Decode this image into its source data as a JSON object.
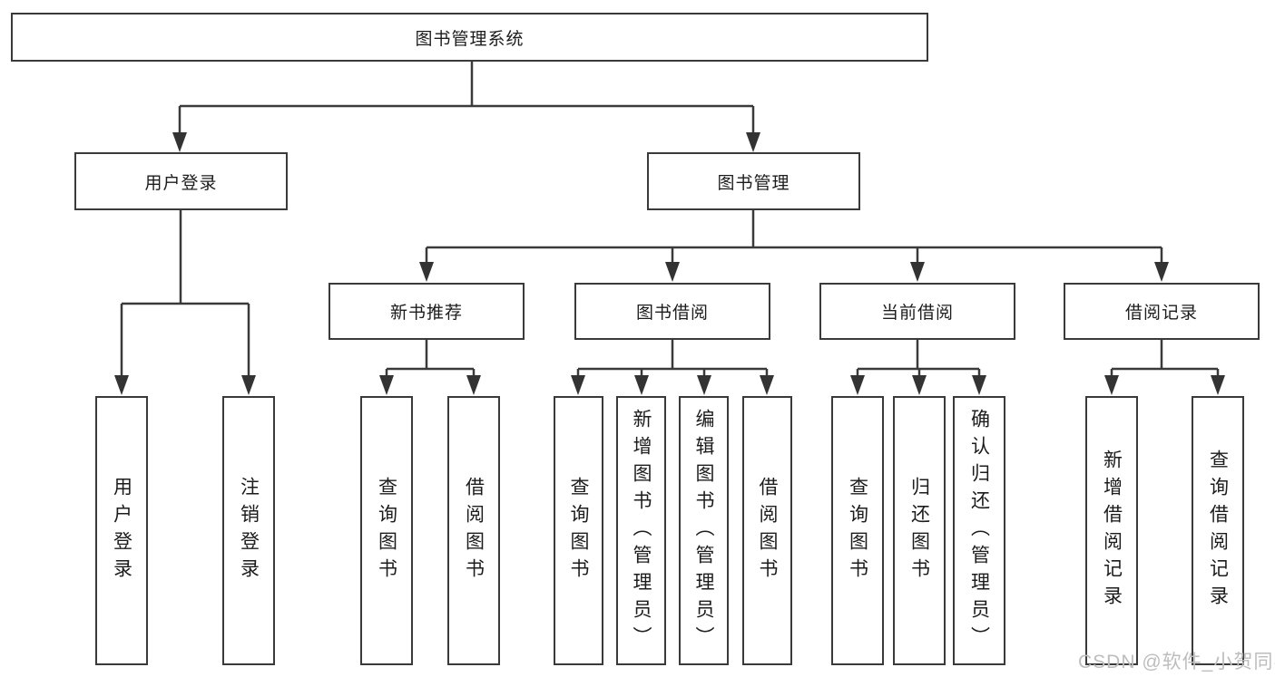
{
  "diagram_type": "function-tree",
  "colors": {
    "background": "#ffffff",
    "line": "#3a3a3a",
    "box_border": "#3a3a3a",
    "text": "#1c1c1c",
    "watermark": "#bdbdbd"
  },
  "tree": {
    "label": "图书管理系统",
    "children": [
      {
        "label": "用户登录",
        "children": [
          {
            "label": "用户登录"
          },
          {
            "label": "注销登录"
          }
        ]
      },
      {
        "label": "图书管理",
        "children": [
          {
            "label": "新书推荐",
            "children": [
              {
                "label": "查询图书"
              },
              {
                "label": "借阅图书"
              }
            ]
          },
          {
            "label": "图书借阅",
            "children": [
              {
                "label": "查询图书"
              },
              {
                "label": "新增图书（管理员）"
              },
              {
                "label": "编辑图书（管理员）"
              },
              {
                "label": "借阅图书"
              }
            ]
          },
          {
            "label": "当前借阅",
            "children": [
              {
                "label": "查询图书"
              },
              {
                "label": "归还图书"
              },
              {
                "label": "确认归还（管理员）"
              }
            ]
          },
          {
            "label": "借阅记录",
            "children": [
              {
                "label": "新增借阅记录"
              },
              {
                "label": "查询借阅记录"
              }
            ]
          }
        ]
      }
    ]
  },
  "watermark": "CSDN @软件_小贺同学"
}
